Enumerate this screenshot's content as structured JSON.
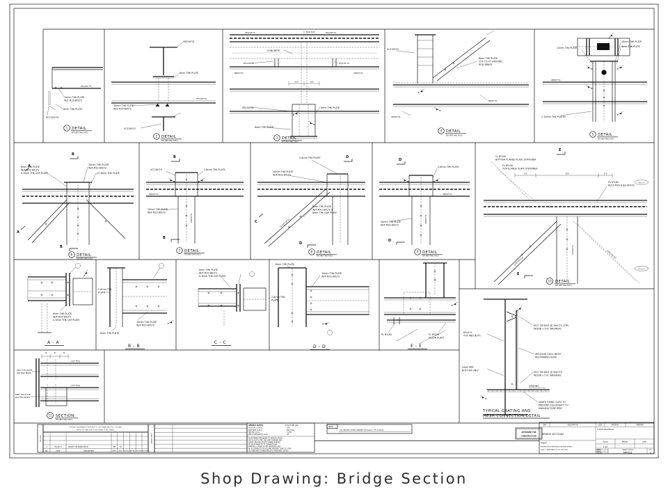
{
  "caption": "Shop Drawing: Bridge Section",
  "w": {
    "detail": "DETAIL",
    "section": "SECTION",
    "sub": "NTS (REF DWG 5413)"
  },
  "mk": {
    "a": "A",
    "b": "B",
    "c": "C",
    "d": "D",
    "e": "E"
  },
  "d1": {
    "num": "1",
    "labels": [
      "10mm THK PLATE",
      "W/2 M16 BOLTS",
      "8mm THK PLATE",
      "PFC150*75",
      "PFC230*75"
    ]
  },
  "d2": {
    "num": "2",
    "labels": [
      "UB250*31",
      "8mm THK PLATE",
      "10mm THK PLATE",
      "W/2 M16 BOLTS",
      "UC150*23",
      "PFC230*75"
    ]
  },
  "d3": {
    "num": "3",
    "labels": [
      "PFC230*75",
      "PFC230*75",
      "CONCRETE",
      "PFC150*75",
      "PFC150*75",
      "UB250*31",
      "UB250*31",
      "150",
      "150",
      "UB250*31",
      "8mm THK PLATE",
      "8mm THK PLATE",
      "M16 ROD"
    ]
  },
  "d4": {
    "num": "4",
    "labels": [
      "UC150*23",
      "8mm THK PLATE",
      "CUT TO FIT AROUND",
      "ROD BRACE",
      "UB250*31",
      "UB250*31"
    ]
  },
  "d5": {
    "num": "5",
    "labels": [
      "12mm THK PLATE",
      "10mm THK PLATE",
      "8mm THK PLATE",
      "UB250*31",
      "2-10mm THK PLATES"
    ]
  },
  "d6": {
    "num": "6",
    "labels": [
      "8mm THK PLATE",
      "W/4 M20 BOLTS",
      "& 8mm THK GAP PLATE",
      "10mm THK PLATE",
      "W/4 M20 BOLTS",
      "(2) 8mm THK PLATE"
    ]
  },
  "d7": {
    "num": "7",
    "labels": [
      "UC150*23",
      "2-8mm THK PLATE",
      "10mm THK PLATE",
      "W/4 M20 BOLTS",
      "UB250*31",
      "UB250*31"
    ]
  },
  "d8": {
    "num": "8",
    "labels": [
      "2-8mm THK PLATE",
      "10mm THK PLATE",
      "W/4 M20 BOLTS",
      "8mm THK PLATE",
      "W/4 M20 BOLTS &",
      "8mm THK GAP PLATE",
      "L100*100*10"
    ]
  },
  "d9": {
    "num": "9",
    "labels": [
      "2-8mm THK PLATE",
      "10mm THK PLATE",
      "W/4 M20 BOLTS",
      "UB250*31",
      "UB250*31"
    ]
  },
  "d10": {
    "num": "10",
    "labels": [
      "FL 8*100",
      "BOTTOM FLANGE PLATE STIFFENER",
      "FL 8*100",
      "TOP FLANGE PLATE STIFFENER",
      "PL 8*165",
      "W/12-M20 8.8/S BOLTS",
      "UC150*23",
      "L100*100*10",
      "L100*100*10",
      "UB250*31",
      "PFC230*75",
      "170",
      "300",
      "170"
    ]
  },
  "sa": {
    "title": "A - A",
    "labels": [
      "8mm THK PLATE",
      "W/4 M20 BOLTS",
      "& 8mm THK CAP PLATE"
    ]
  },
  "sb": {
    "title": "B - B",
    "labels": [
      "2-8mm THK",
      "PLATE",
      "10mm THK PLATE",
      "W/4 M20 BOLTS",
      "8mm THK PLATE"
    ]
  },
  "sc": {
    "title": "C - C",
    "labels": [
      "8mm THK PLATE",
      "W/4 M20 BOLTS",
      "& 8mm THK CAP PLATE"
    ]
  },
  "sd": {
    "title": "D - D",
    "labels": [
      "8mm THK PLATE",
      "10mm THK PLATE",
      "W/4 M20 BOLTS",
      "2-8mm THK",
      "PLATE"
    ]
  },
  "se": {
    "title": "E - E",
    "labels": [
      "PL 8*165",
      "FL 8*100",
      "FILLER PLATE"
    ]
  },
  "s11": {
    "num": "11",
    "labels": [
      "8mm THK PLATE",
      "W/4 M20 BOLTS",
      "8MM THK PLATE",
      "W/4 M20 BOLTS",
      "L75*75*6",
      "L75*75*6",
      "25",
      "40",
      "25"
    ]
  },
  "grating": {
    "bubble_num": "10",
    "title1": "TYPICAL GRATING AND",
    "title2": "MESH CONNECTION DETAIL",
    "labels": [
      "M12 T/B BOLT @ 500CTS (TYP)",
      "W/50Ø x 5 PL WASHERS",
      "WELDLOK GALV. MESH",
      "RESTRAINED EDGE",
      "M12 T/B BOLT @ 500CTS",
      "W/50Ø x 5 PL WASHERS",
      "GRATING",
      "GRATE FIXING CLIPS TO",
      "PREVENT DISLODGM'T TO",
      "MANUFACTURE SPEC",
      "65x5 FL",
      "TOP AND BOTT.",
      "GALV PIPE",
      "BOTTOM ONLY"
    ]
  },
  "note": {
    "tag": "NOTE:",
    "text": "ALL BOLTS TO BE GRADE 8.8 GALV. / TF (U.N.O)"
  },
  "gn": {
    "title": "GENERAL NOTES:",
    "hint": "IF IN DOUBT ASK",
    "rows": [
      [
        "HOLE DIA (U.N.O)",
        "22Ø"
      ],
      [
        "BOLT SIZE (U.N.O)",
        "M20 8.8/S"
      ],
      [
        "WELDS (U.N.O)",
        "6 CFW"
      ],
      [
        "WELD CATEGORY (U.N.O)",
        "GP"
      ]
    ],
    "lines": [
      "SHOP PRIME STEELWORK TO SPECIFICATION",
      "HOLES NOT LISTED ON SHEET MARKED DNC",
      "HOLES DRILLED ON SITE WHERE MARKED",
      "NO SHOP PAINT TO TF CONNECTIONS",
      "MATERIAL LISTING IS FOR ORDERING ONLY",
      "NO ALLOWANCE FOR ROLLING MARGIN / SAW CUT LOSS",
      "ALL WELDING & FABRICATION TO RELEVANT CODES"
    ]
  },
  "copyright": {
    "l1": "COPYRIGHT:  THIS DRAWING IS THE PROPERTY OF THE COMPANY AND IS NOT TO BE USED",
    "l2": "WHOLLY OR IN PART WITHOUT THE CONSENT OF THE COMPANY"
  },
  "rev": {
    "side": "REVISIONS",
    "status": "DRAWING STATUS",
    "no": "0",
    "date": "20 JAN 11",
    "desc": "ISSUED FOR FABRICATION",
    "by1": "MM",
    "by2": "DA",
    "h_no": "NO.",
    "h_date": "DATE",
    "h_desc": "DESCRIPTION",
    "cols": [
      "DRN BY",
      "CHK BY",
      "REG ENG",
      "APP ENG",
      "CHK ENG",
      "PROJ MGR"
    ]
  },
  "stamp": {
    "l1": "APPROVED FOR",
    "l2": "CONSTRUCTION"
  },
  "tb": {
    "h": [
      "ITEM",
      "DESCRIPTION",
      "SIZE",
      "MATERIAL",
      "REMARKS"
    ],
    "desc_value": "BRIDGE SECTIONS",
    "clients": "CLIENTS DRAWING No.",
    "project_label": "PROJECT",
    "p1": "HIGHWAY BRIDGE MAINTENANCE WALKWAY UPGRADE",
    "p2": "STAGE 3 - MAINTENANCE ACCESS PLATFORMS",
    "scale_label": "SCALE",
    "scale": "1:10",
    "period_label": "PERIOD",
    "date_label": "DATE",
    "drawn": "DRAWN",
    "traced": "TRACED",
    "checked": "CHECKED",
    "dwg_label": "DRAWING NUMBER",
    "dwg_no": "MP003",
    "rev_label": "REV",
    "rev": "0"
  }
}
